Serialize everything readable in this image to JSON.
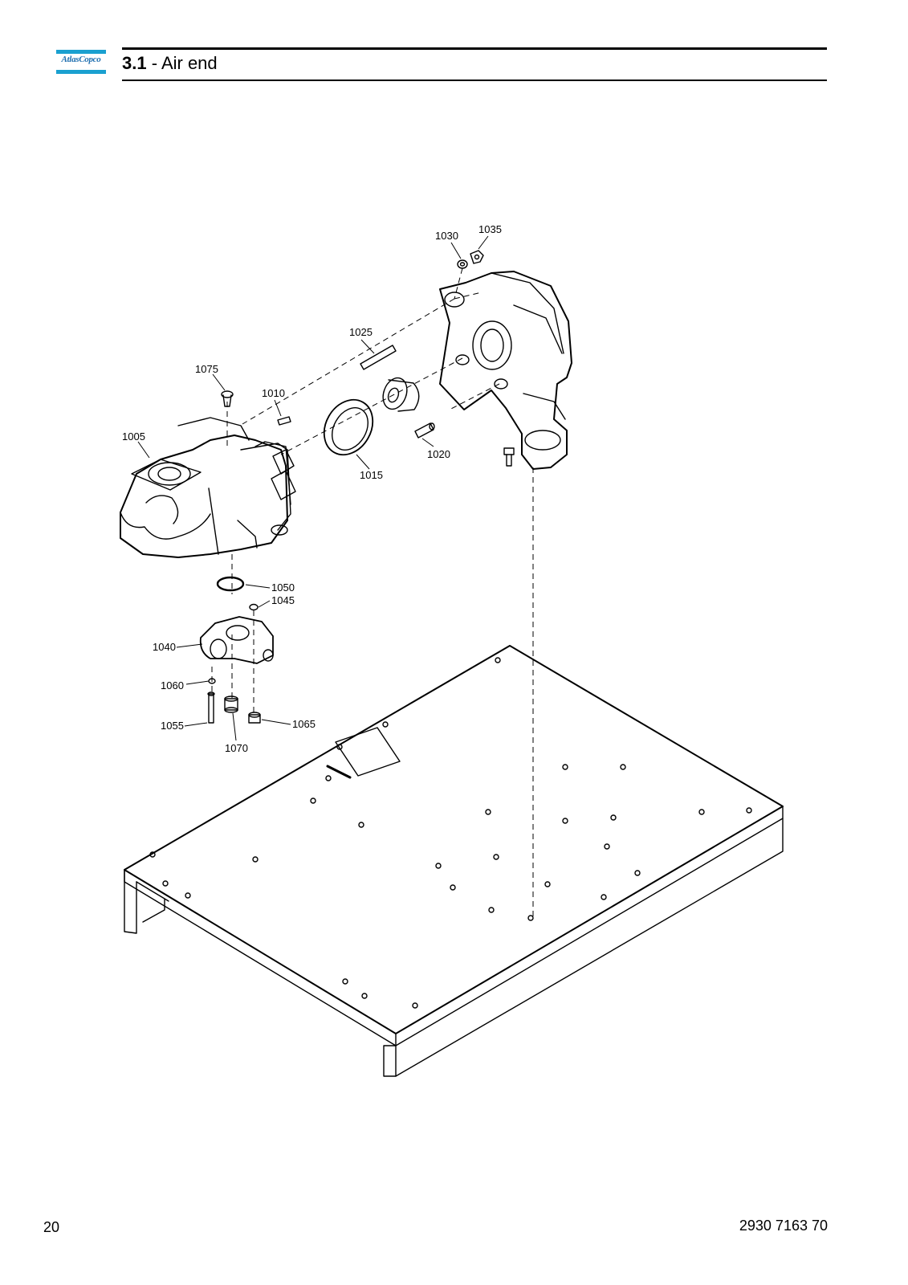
{
  "header": {
    "logo_text": "AtlasCopco",
    "section_number": "3.1",
    "section_separator": " - ",
    "section_title": "Air end"
  },
  "diagram": {
    "part_labels": [
      "1030",
      "1035",
      "1025",
      "1075",
      "1010",
      "1005",
      "1015",
      "1020",
      "1050",
      "1045",
      "1040",
      "1060",
      "1055",
      "1070",
      "1065"
    ]
  },
  "footer": {
    "page_number": "20",
    "document_number": "2930 7163 70"
  },
  "colors": {
    "logo_blue": "#1aa0d0",
    "logo_text": "#1f6fb0"
  }
}
